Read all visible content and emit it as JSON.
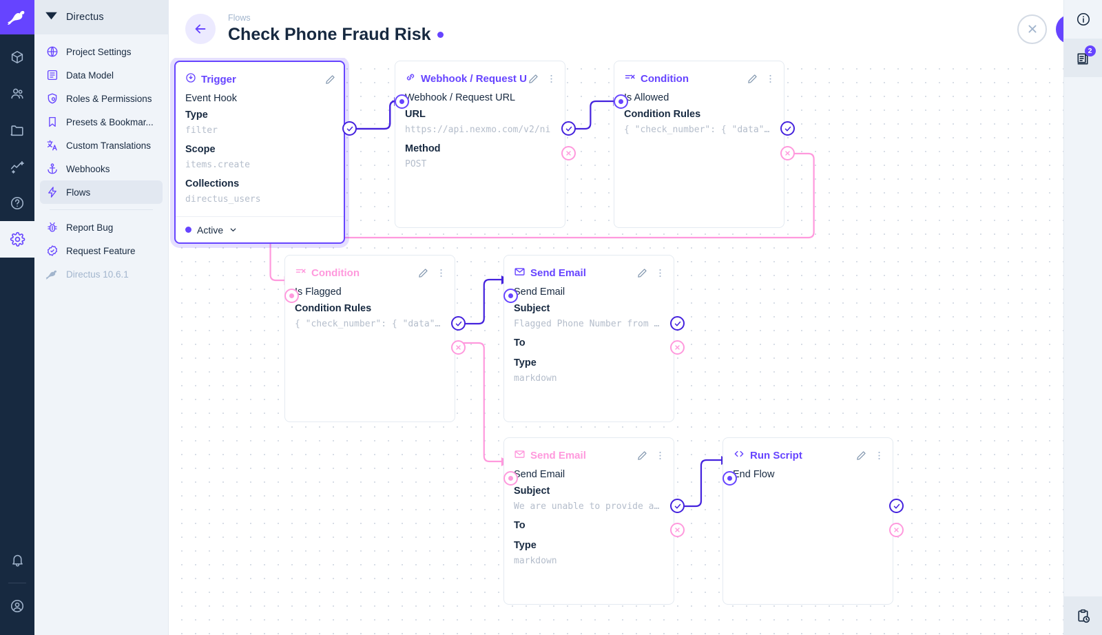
{
  "rail": {
    "logo_icon": "directus-rabbit-logo",
    "items": [
      {
        "name": "box-icon",
        "label": "Content",
        "active": false
      },
      {
        "name": "users-icon",
        "label": "Users",
        "active": false
      },
      {
        "name": "folder-icon",
        "label": "Files",
        "active": false
      },
      {
        "name": "insights-icon",
        "label": "Insights",
        "active": false
      },
      {
        "name": "help-icon",
        "label": "Help",
        "active": false
      },
      {
        "name": "gear-icon",
        "label": "Settings",
        "active": true
      }
    ],
    "bottom": [
      {
        "name": "bell-icon",
        "label": "Notifications"
      },
      {
        "name": "account-icon",
        "label": "Account"
      }
    ]
  },
  "nav": {
    "header_title": "Directus",
    "header_icon": "directus-logo-dark",
    "items": [
      {
        "label": "Project Settings",
        "icon": "globe-icon",
        "selected": false
      },
      {
        "label": "Data Model",
        "icon": "list-box-icon",
        "selected": false
      },
      {
        "label": "Roles & Permissions",
        "icon": "shield-icon",
        "selected": false
      },
      {
        "label": "Presets & Bookmar...",
        "icon": "bookmark-icon",
        "selected": false
      },
      {
        "label": "Custom Translations",
        "icon": "translate-icon",
        "selected": false
      },
      {
        "label": "Webhooks",
        "icon": "anchor-icon",
        "selected": false
      },
      {
        "label": "Flows",
        "icon": "bolt-icon",
        "selected": true
      }
    ],
    "secondary": [
      {
        "label": "Report Bug",
        "icon": "bug-icon"
      },
      {
        "label": "Request Feature",
        "icon": "badge-check-icon"
      }
    ],
    "version": {
      "label": "Directus 10.6.1",
      "icon": "rabbit-icon"
    }
  },
  "header": {
    "breadcrumb": "Flows",
    "title": "Check Phone Fraud Risk",
    "status_dot_color": "#6644ff",
    "back_icon": "arrow-left-icon",
    "cancel_label": "Cancel",
    "cancel_icon": "close-icon",
    "save_label": "Save",
    "save_icon": "check-icon"
  },
  "rightbar": {
    "info_icon": "info-icon",
    "revisions_icon": "revisions-icon",
    "revisions_badge": "2",
    "logs_icon": "clipboard-clock-icon"
  },
  "flow": {
    "nodes": [
      {
        "id": "trigger",
        "kind": "trigger",
        "type_label": "Trigger",
        "type_icon": "trigger-icon",
        "accent": "#6644ff",
        "name": "Event Hook",
        "fields": [
          {
            "key": "Type",
            "value": "filter"
          },
          {
            "key": "Scope",
            "value": "items.create"
          },
          {
            "key": "Collections",
            "value": "directus_users"
          }
        ],
        "footer_label": "Active",
        "footer_icon": "chevron-down-icon",
        "has_more_menu": false
      },
      {
        "id": "webhook",
        "kind": "operation",
        "type_label": "Webhook / Request U",
        "type_icon": "link-icon",
        "accent": "#6644ff",
        "name": "Webhook / Request URL",
        "fields": [
          {
            "key": "URL",
            "value": "https://api.nexmo.com/v2/ni"
          },
          {
            "key": "Method",
            "value": "POST"
          }
        ],
        "has_more_menu": true
      },
      {
        "id": "cond-allowed",
        "kind": "operation",
        "type_label": "Condition",
        "type_icon": "condition-icon",
        "accent": "#6644ff",
        "name": "Is Allowed",
        "fields": [
          {
            "key": "Condition Rules",
            "value": "{ \"check_number\": { \"data\"…"
          }
        ],
        "has_more_menu": true
      },
      {
        "id": "cond-flagged",
        "kind": "operation",
        "type_label": "Condition",
        "type_icon": "condition-icon",
        "accent": "#ff99dd",
        "name": "Is Flagged",
        "fields": [
          {
            "key": "Condition Rules",
            "value": "{ \"check_number\": { \"data\"…"
          }
        ],
        "has_more_menu": true
      },
      {
        "id": "email-flagged",
        "kind": "operation",
        "type_label": "Send Email",
        "type_icon": "mail-icon",
        "accent": "#6644ff",
        "name": "Send Email",
        "fields": [
          {
            "key": "Subject",
            "value": "Flagged Phone Number from …"
          },
          {
            "key": "To",
            "value": ""
          },
          {
            "key": "Type",
            "value": "markdown"
          }
        ],
        "has_more_menu": true
      },
      {
        "id": "email-unable",
        "kind": "operation",
        "type_label": "Send Email",
        "type_icon": "mail-icon",
        "accent": "#ff99dd",
        "name": "Send Email",
        "fields": [
          {
            "key": "Subject",
            "value": "We are unable to provide a…"
          },
          {
            "key": "To",
            "value": ""
          },
          {
            "key": "Type",
            "value": "markdown"
          }
        ],
        "has_more_menu": true
      },
      {
        "id": "run-script",
        "kind": "operation",
        "type_label": "Run Script",
        "type_icon": "code-icon",
        "accent": "#6644ff",
        "name": "End Flow",
        "fields": [],
        "has_more_menu": true
      }
    ],
    "colors": {
      "resolve": "#4422dd",
      "reject": "#ff99dd",
      "panel_border": "#e4eaf1",
      "grid_dot": "#d7dde6"
    }
  }
}
